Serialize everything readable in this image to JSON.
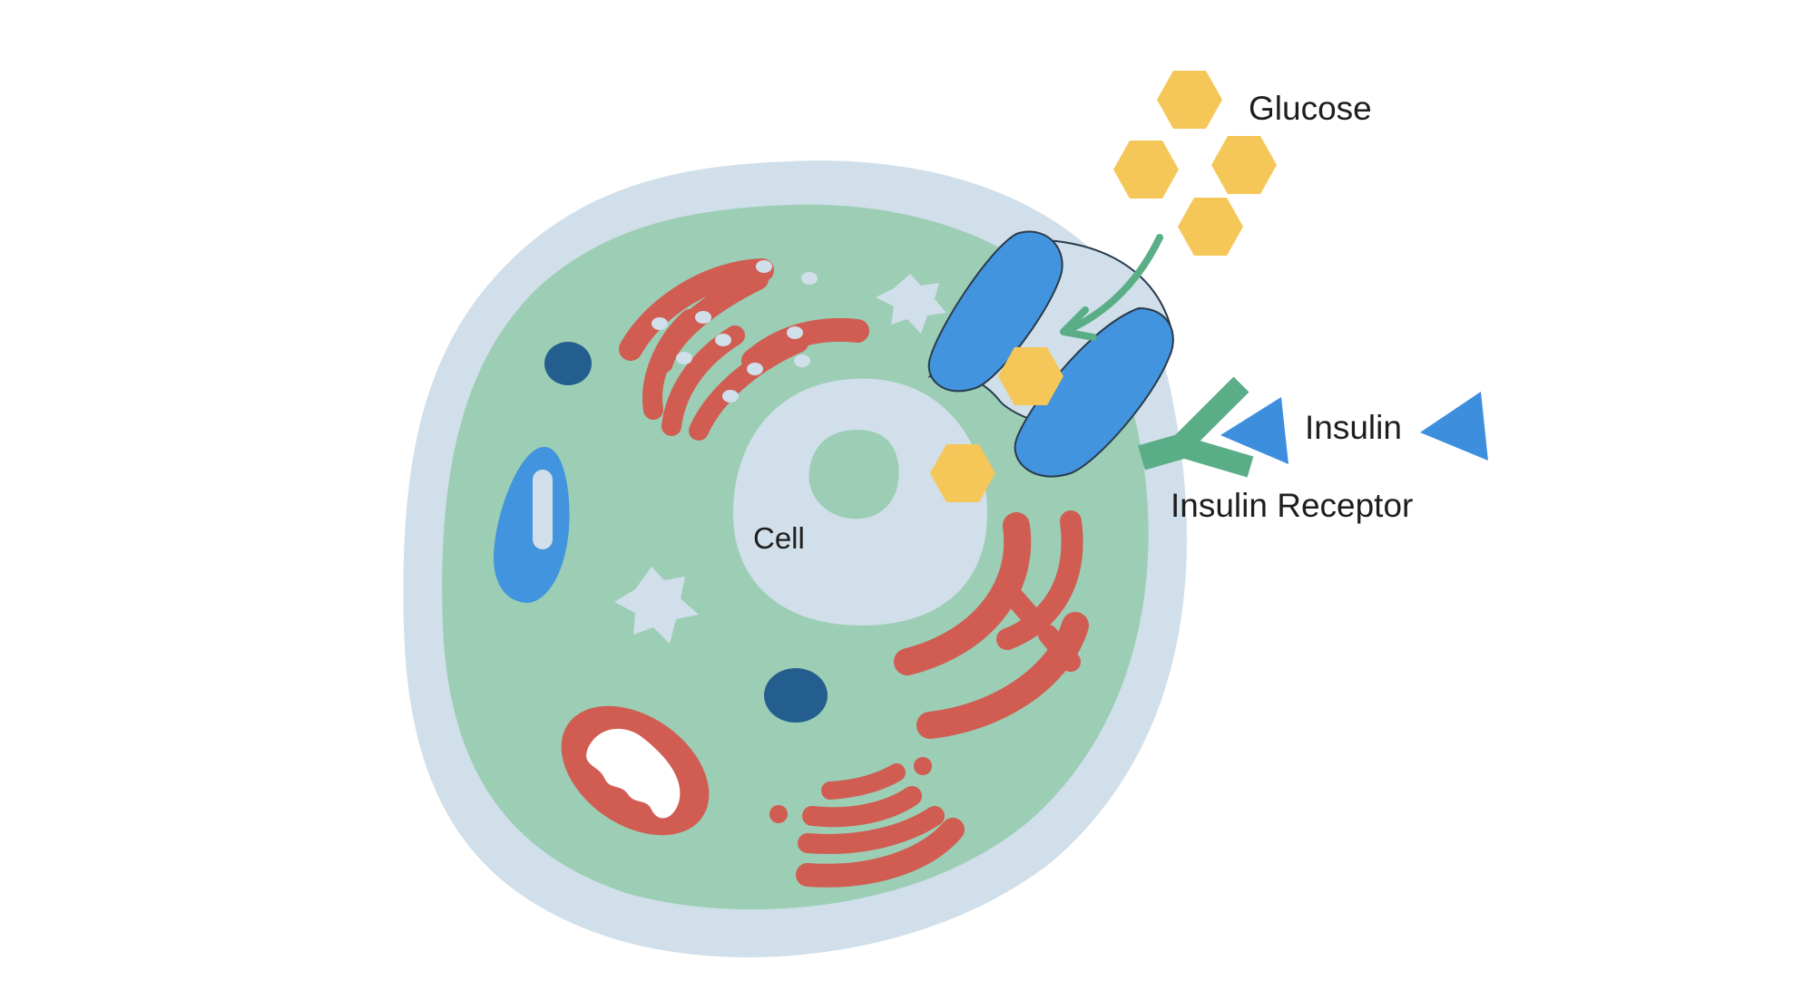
{
  "labels": {
    "glucose": "Glucose",
    "insulin": "Insulin",
    "insulin_receptor": "Insulin Receptor",
    "cell": "Cell"
  },
  "colors": {
    "membrane": "#d0dfe9",
    "cytoplasm": "#9ccdb5",
    "nucleus": "#d0dfe9",
    "nucleolus": "#9ccdb5",
    "organelle_red": "#d15c52",
    "vesicle_dark": "#245e8f",
    "vacuole_blue": "#4194dd",
    "glucose_hex": "#f4c758",
    "transporter_blue": "#4194dd",
    "receptor_green": "#5aae87",
    "insulin_blue": "#3d8fde",
    "arrow_green": "#5aae87"
  }
}
